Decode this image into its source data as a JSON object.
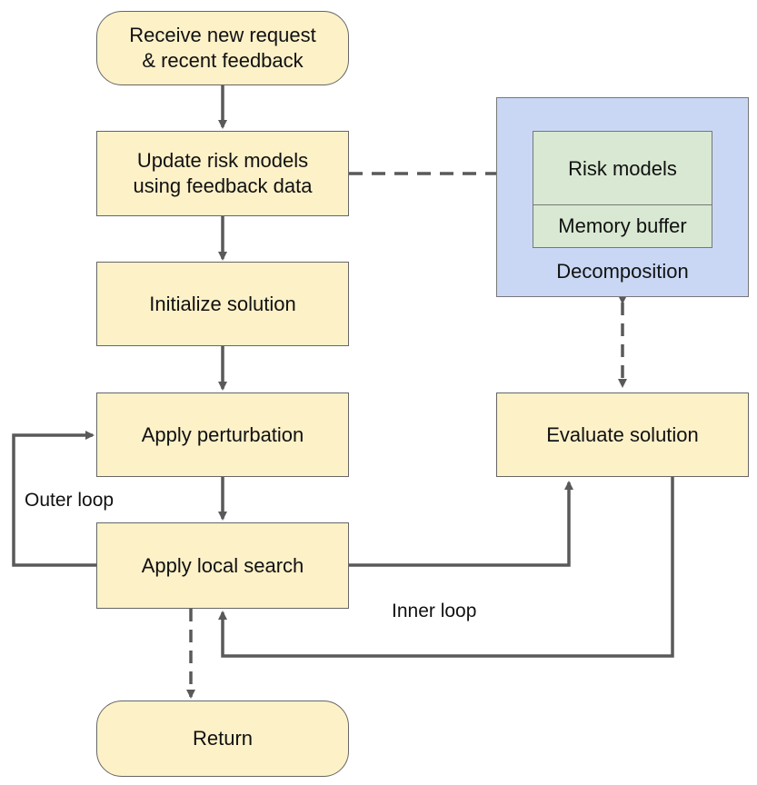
{
  "nodes": {
    "receive": "Receive new request\n& recent feedback",
    "update": "Update risk models\nusing feedback data",
    "initialize": "Initialize solution",
    "perturb": "Apply perturbation",
    "local_search": "Apply local search",
    "return": "Return",
    "evaluate": "Evaluate solution",
    "risk_models": "Risk models",
    "memory_buffer": "Memory buffer",
    "decomposition": "Decomposition"
  },
  "labels": {
    "outer_loop": "Outer loop",
    "inner_loop": "Inner loop"
  },
  "colors": {
    "process_fill": "#fdf1c8",
    "decomposition_fill": "#c9d7f5",
    "memory_fill": "#d8e8d2",
    "arrow": "#595959"
  }
}
